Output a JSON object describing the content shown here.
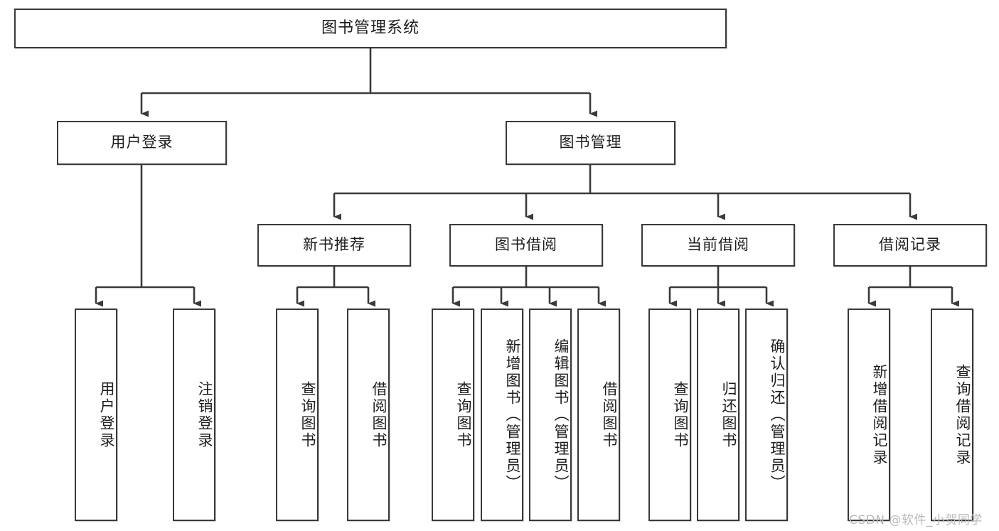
{
  "diagram": {
    "title": "图书管理系统",
    "type": "hierarchical-tree",
    "watermark": "CSDN @软件_小贺同学",
    "colors": {
      "box_border": "#3a3a3a",
      "box_fill": "#ffffff",
      "edge": "#3a3a3a",
      "text": "#1d1d1d",
      "watermark": "#b9b9b9"
    },
    "levels": {
      "level0": "系统",
      "level1": "模块",
      "level2": "子模块",
      "level3": "功能"
    }
  },
  "nodes": {
    "root": {
      "label": "图书管理系统"
    },
    "level1": [
      {
        "id": "user-login",
        "label": "用户登录"
      },
      {
        "id": "book-manage",
        "label": "图书管理"
      }
    ],
    "level2": [
      {
        "id": "new-book-recommend",
        "label": "新书推荐"
      },
      {
        "id": "book-borrow",
        "label": "图书借阅"
      },
      {
        "id": "current-borrow",
        "label": "当前借阅"
      },
      {
        "id": "borrow-record",
        "label": "借阅记录"
      }
    ],
    "leaves": {
      "user-login": [
        {
          "id": "leaf-user-login",
          "label": "用户登录"
        },
        {
          "id": "leaf-logout-login",
          "label": "注销登录"
        }
      ],
      "new-book-recommend": [
        {
          "id": "leaf-query-book-1",
          "label": "查询图书"
        },
        {
          "id": "leaf-borrow-book-1",
          "label": "借阅图书"
        }
      ],
      "book-borrow": [
        {
          "id": "leaf-query-book-2",
          "label": "查询图书"
        },
        {
          "id": "leaf-add-book",
          "label": "新增图书（管理员）"
        },
        {
          "id": "leaf-edit-book",
          "label": "编辑图书（管理员）"
        },
        {
          "id": "leaf-borrow-book-2",
          "label": "借阅图书"
        }
      ],
      "current-borrow": [
        {
          "id": "leaf-query-book-3",
          "label": "查询图书"
        },
        {
          "id": "leaf-return-book",
          "label": "归还图书"
        },
        {
          "id": "leaf-confirm-return",
          "label": "确认归还（管理员）"
        }
      ],
      "borrow-record": [
        {
          "id": "leaf-add-record",
          "label": "新增借阅记录"
        },
        {
          "id": "leaf-query-record",
          "label": "查询借阅记录"
        }
      ]
    }
  }
}
